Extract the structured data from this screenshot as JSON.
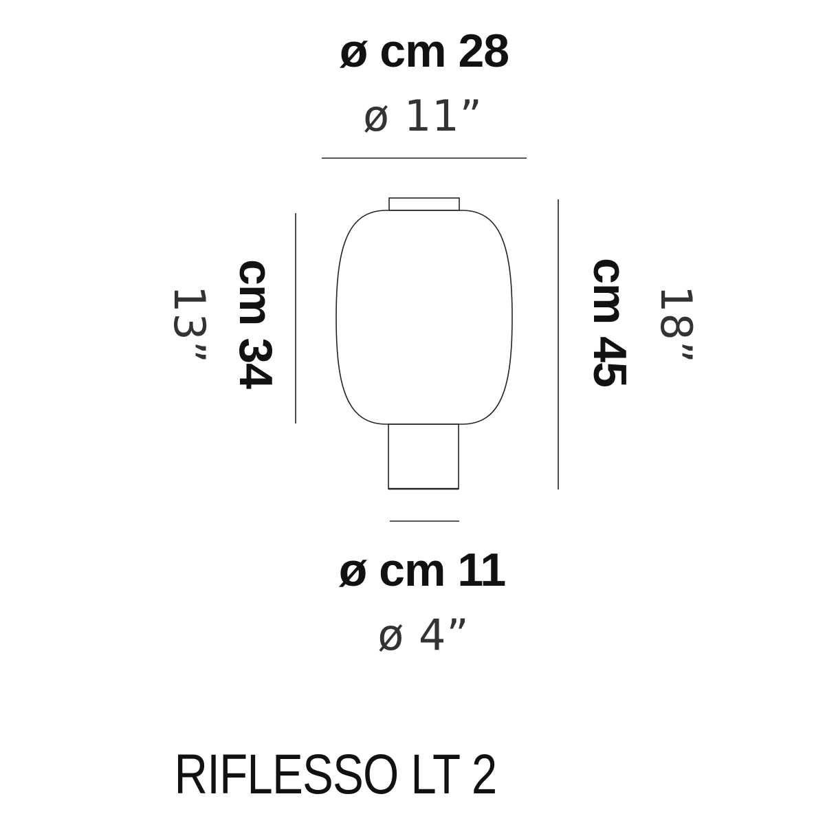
{
  "dimensions": {
    "top_diameter_cm": "ø cm 28",
    "top_diameter_in": "ø 11”",
    "height_lamp_cm": "cm 34",
    "height_lamp_in": "13”",
    "height_total_cm": "cm 45",
    "height_total_in": "18”",
    "base_diameter_cm": "ø cm 11",
    "base_diameter_in": "ø 4”"
  },
  "title": "RIFLESSO LT 2",
  "colors": {
    "line": "#222222",
    "text": "#111111",
    "background": "#ffffff"
  }
}
